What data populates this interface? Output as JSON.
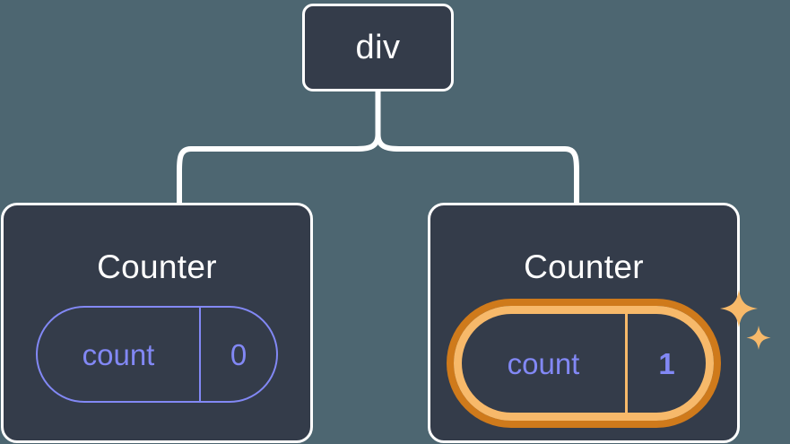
{
  "diagram": {
    "type": "component-tree",
    "background_color": "#4d6671",
    "node_fill": "#343c4a",
    "node_border": "#ffffff",
    "accent_periwinkle": "#8288f5",
    "accent_orange_light": "#f7b96a",
    "accent_orange_dark": "#cf7a1b",
    "root": {
      "label": "div"
    },
    "children": [
      {
        "title": "Counter",
        "state": {
          "key": "count",
          "value": "0"
        },
        "highlighted": false
      },
      {
        "title": "Counter",
        "state": {
          "key": "count",
          "value": "1"
        },
        "highlighted": true,
        "sparkle_icons": [
          "sparkle-large",
          "sparkle-small"
        ]
      }
    ]
  }
}
